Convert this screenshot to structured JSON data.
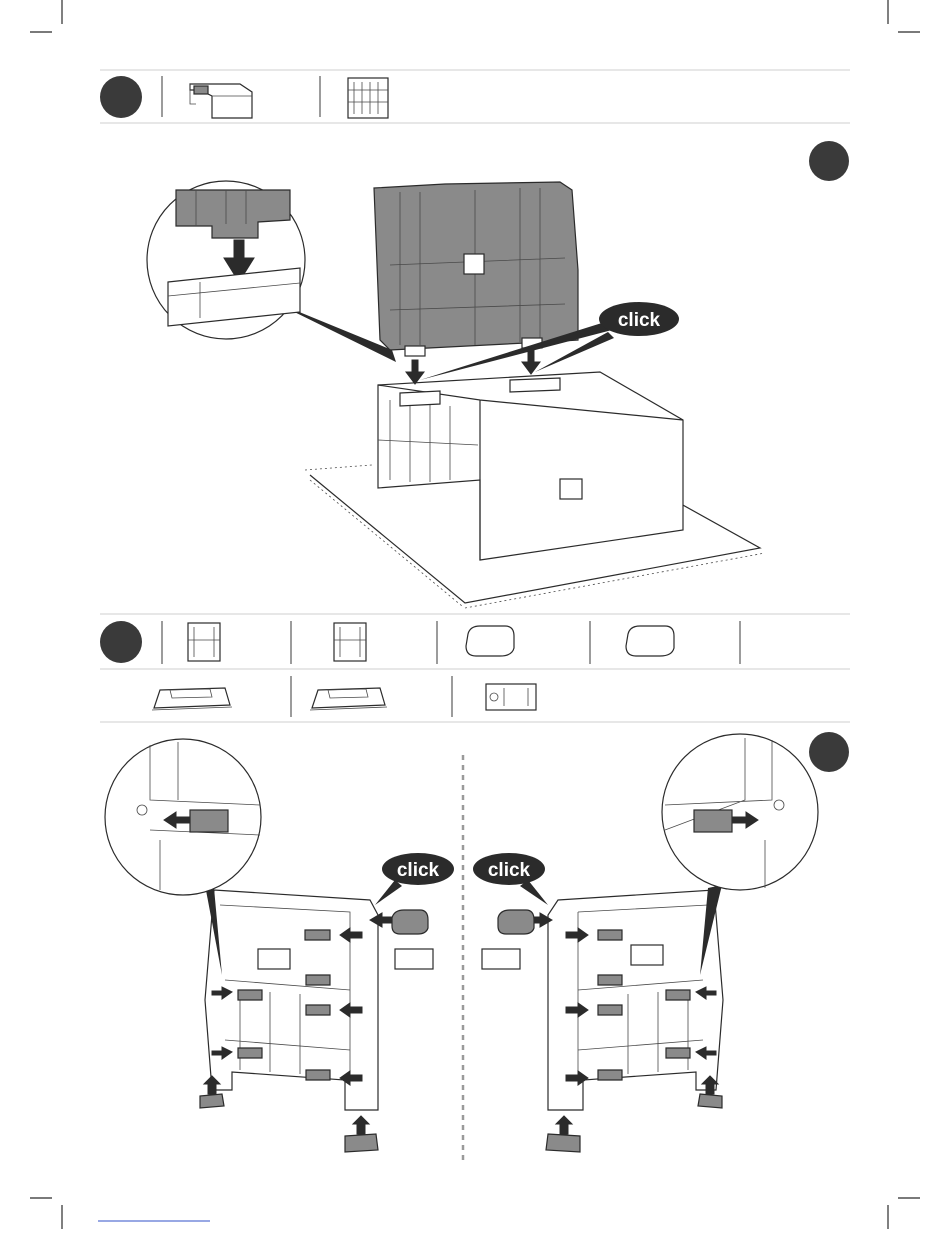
{
  "callout_text": "click",
  "colors": {
    "step_badge": "#3a3a3a",
    "part_dark": "#8a8a8a",
    "line": "#2b2b2b",
    "callout_bg": "#2b2b2b",
    "callout_text": "#ffffff",
    "rule": "#cfcfcf",
    "dotted_divider": "#9a9a9a"
  },
  "icons": {
    "step_badge": "filled-circle",
    "callout": "speech-bubble",
    "arrow": "arrow-icon"
  }
}
